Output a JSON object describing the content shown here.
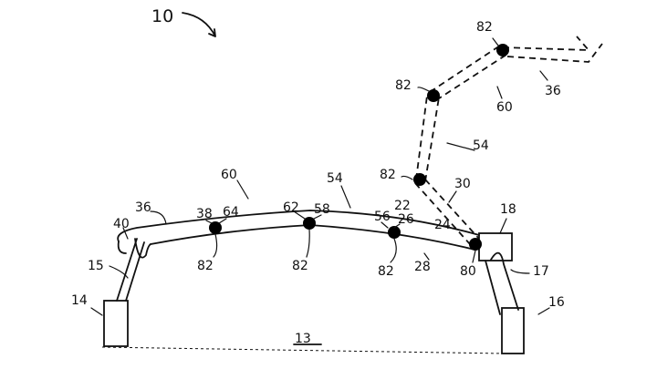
{
  "figure_ref": "10",
  "labels": {
    "ground": "13",
    "left_post": "14",
    "left_arm": "15",
    "right_post": "16",
    "right_arm": "17",
    "bracket": "18",
    "fold": "22",
    "hinge_end": "24",
    "upper_edge": "26",
    "lower_edge": "28",
    "fold_path": "30",
    "beam_left": "36",
    "beam_left2": "36",
    "seg38": "38",
    "hook": "40",
    "beam_54": "54",
    "beam_54b": "54",
    "seg56": "56",
    "seg58": "58",
    "beam_60": "60",
    "beam_60b": "60",
    "seg62": "62",
    "seg64": "64",
    "pivot80": "80",
    "joint_a": "82",
    "joint_b": "82",
    "joint_c": "82",
    "joint_d": "82",
    "joint_e": "82",
    "joint_f": "82"
  }
}
